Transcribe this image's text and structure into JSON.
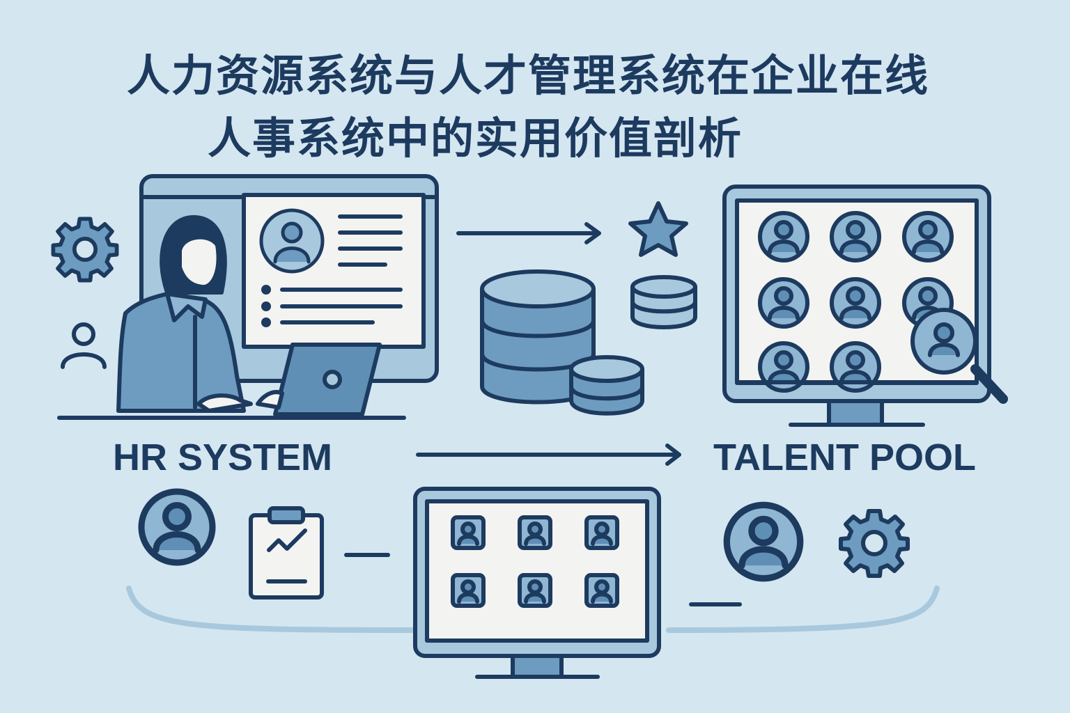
{
  "title": {
    "line1": "人力资源系统与人才管理系统在企业在线",
    "line2": "人事系统中的实用价值剖析"
  },
  "labels": {
    "hr_system": "HR SYSTEM",
    "talent_pool": "TALENT POOL"
  },
  "colors": {
    "background": "#d4e6f0",
    "navy": "#1d3a5f",
    "mid_blue": "#6d9cc0",
    "light_blue": "#a8c8dd",
    "paper": "#f3f3f1"
  }
}
